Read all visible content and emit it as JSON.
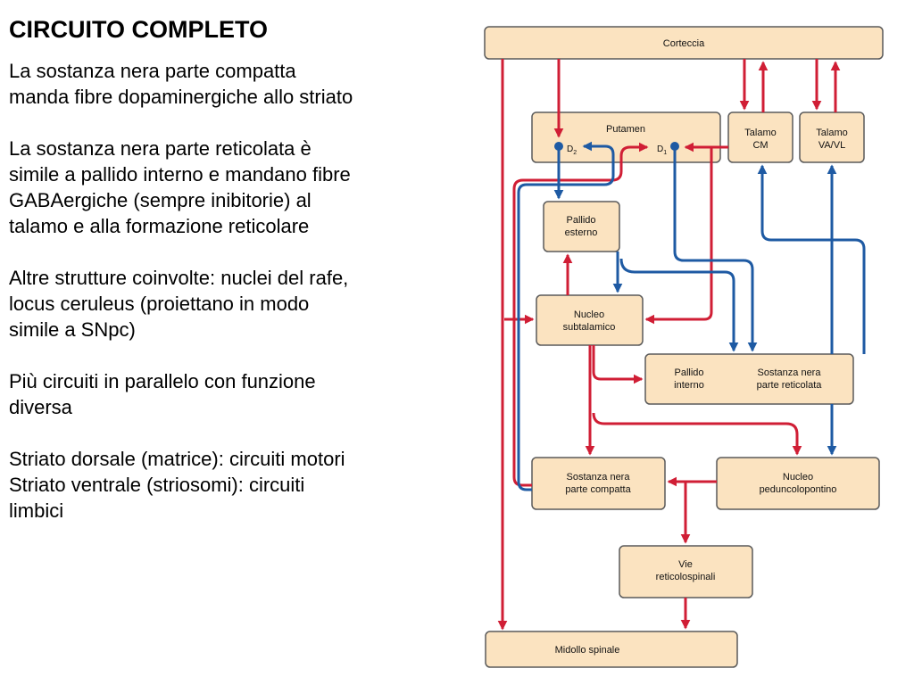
{
  "text_panel": {
    "title": "CIRCUITO COMPLETO",
    "paragraphs": [
      [
        "La sostanza nera parte compatta",
        "manda fibre dopaminergiche allo striato"
      ],
      [
        "La sostanza nera parte reticolata è",
        "simile a pallido interno e mandano fibre",
        "GABAergiche (sempre inibitorie) al",
        "talamo e alla formazione reticolare"
      ],
      [
        "Altre strutture coinvolte: nuclei del rafe,",
        "locus ceruleus (proiettano in modo",
        "simile a SNpc)"
      ],
      [
        "Più circuiti in parallelo con funzione",
        "diversa"
      ],
      [
        "Striato dorsale (matrice): circuiti motori",
        "Striato ventrale (striosomi): circuiti",
        "limbici"
      ]
    ]
  },
  "diagram": {
    "colors": {
      "excitatory": "#d01e35",
      "inhibitory": "#1e5aa3",
      "box_fill": "#fbe3c0"
    },
    "nodes": {
      "corteccia": [
        "Corteccia"
      ],
      "putamen": [
        "Putamen"
      ],
      "talamo_cm": [
        "Talamo",
        "CM"
      ],
      "talamo_vavl": [
        "Talamo",
        "VA/VL"
      ],
      "pallido_esterno": [
        "Pallido",
        "esterno"
      ],
      "nucleo_subtalamico": [
        "Nucleo",
        "subtalamico"
      ],
      "pallido_interno": [
        "Pallido",
        "interno"
      ],
      "snr": [
        "Sostanza nera",
        "parte reticolata"
      ],
      "snc": [
        "Sostanza nera",
        "parte compatta"
      ],
      "peduncolopontino": [
        "Nucleo",
        "peduncolopontino"
      ],
      "reticolospinali": [
        "Vie",
        "reticolospinali"
      ],
      "midollo": [
        "Midollo spinale"
      ]
    },
    "receptors": {
      "d2": "D",
      "d2_sub": "2",
      "d1": "D",
      "d1_sub": "1"
    }
  }
}
